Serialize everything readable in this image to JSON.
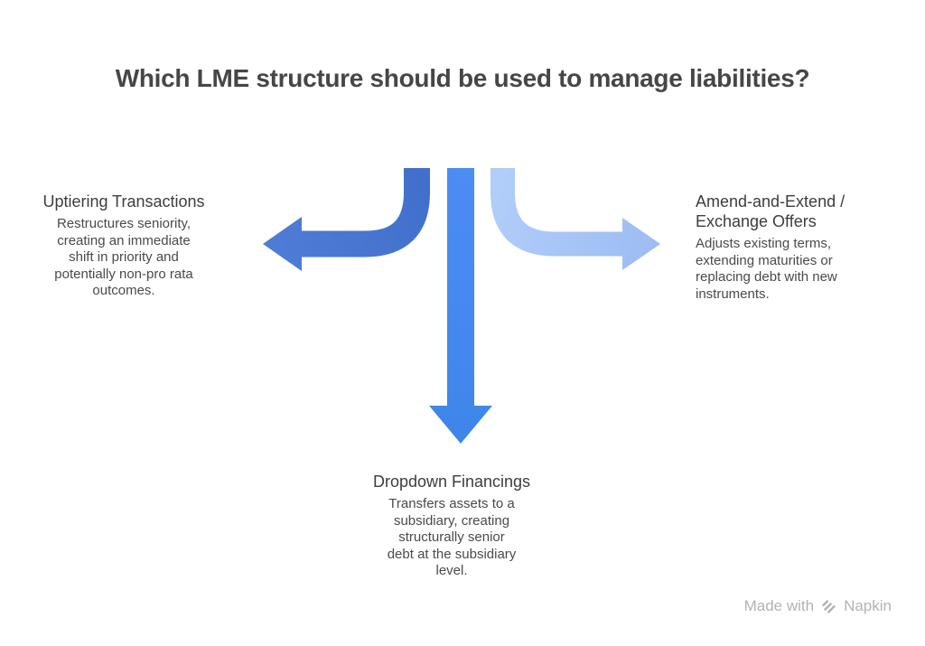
{
  "title": "Which LME structure should be used to manage liabilities?",
  "nodes": {
    "uptiering": {
      "heading": "Uptiering Transactions",
      "body": "Restructures seniority,\ncreating an immediate\nshift in priority and\npotentially non-pro rata\noutcomes."
    },
    "dropdown": {
      "heading": "Dropdown Financings",
      "body": "Transfers assets to a\nsubsidiary, creating\nstructurally senior\ndebt at the subsidiary\nlevel."
    },
    "amend_extend": {
      "heading": "Amend-and-Extend /\nExchange Offers",
      "body": "Adjusts existing terms,\nextending maturities or\nreplacing debt with new\ninstruments."
    }
  },
  "arrows": {
    "uptiering_color_start": "#4170CC",
    "uptiering_color_end": "#4F7CD6",
    "dropdown_color_start": "#4C8CF4",
    "dropdown_color_end": "#3F86E9",
    "amend_extend_color_start": "#B1CDF9",
    "amend_extend_color_end": "#9CBCF3"
  },
  "watermark": {
    "prefix": "Made with",
    "brand": "Napkin",
    "color": "#b3b3b3"
  }
}
